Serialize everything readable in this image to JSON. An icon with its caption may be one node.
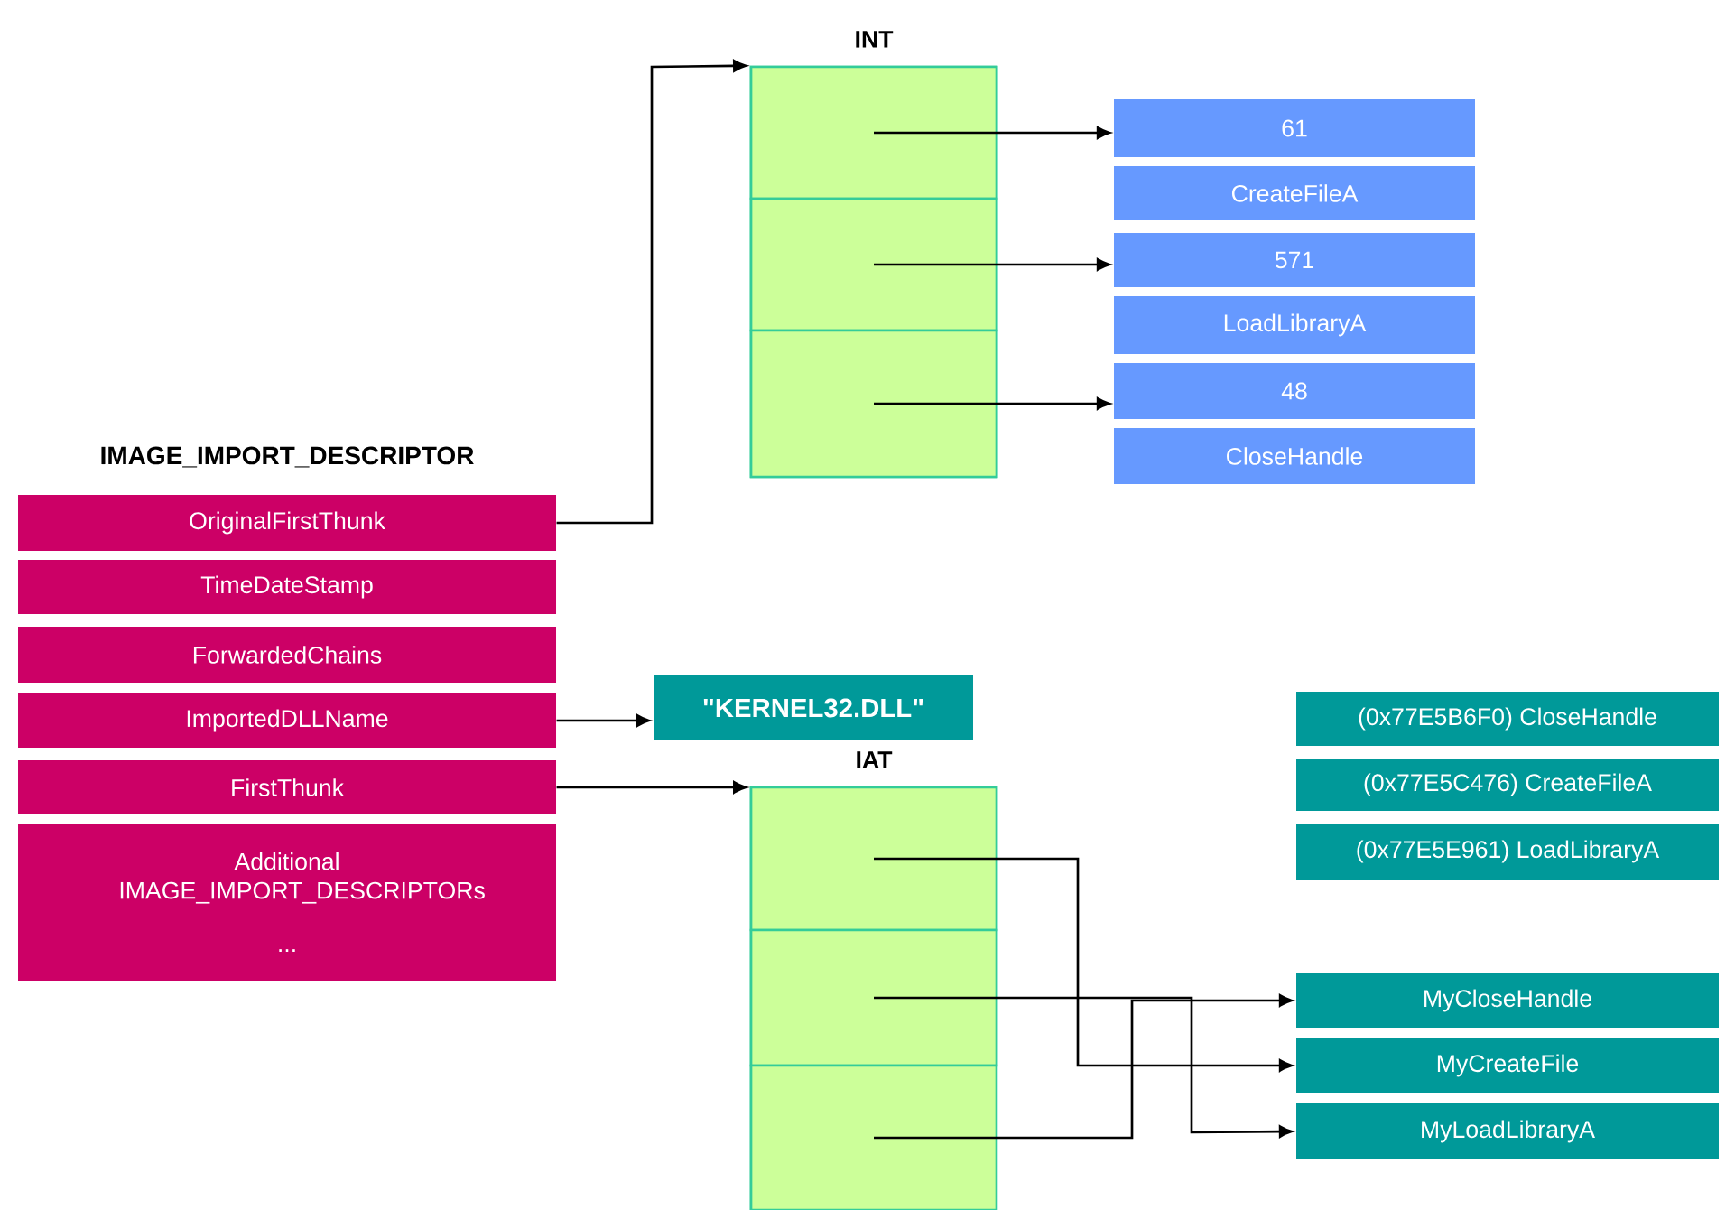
{
  "diagram": {
    "nodes": [
      {
        "text": [
          "INT"
        ]
      },
      {
        "text": [],
        "shape": "box",
        "in": 0
      },
      {
        "text": [],
        "shape": "box",
        "in": 0
      },
      {
        "text": [],
        "shape": "box",
        "in": 0
      },
      {
        "text": [
          "61"
        ]
      },
      {
        "text": [
          "CreateFileA"
        ]
      },
      {
        "text": [
          "571"
        ]
      },
      {
        "text": [
          "LoadLibraryA"
        ]
      },
      {
        "text": [
          "48"
        ]
      },
      {
        "text": [
          "CloseHandle"
        ]
      },
      {
        "text": [
          "OriginalFirstThunk"
        ]
      },
      {
        "text": [
          "TimeDateStamp"
        ]
      },
      {
        "text": [
          "ForwardedChains"
        ]
      },
      {
        "text": [
          "ImportedDLLName"
        ]
      },
      {
        "text": [
          "FirstThunk"
        ]
      },
      {
        "text": [
          "Additional IMAGE_IMPORT_DESCRIPTORs",
          "..."
        ]
      },
      {
        "text": [
          "\"KERNEL32.DLL\""
        ]
      },
      {
        "text": [
          "IAT"
        ]
      },
      {
        "text": [],
        "shape": "box",
        "in": 17
      },
      {
        "text": [],
        "shape": "box",
        "in": 17
      },
      {
        "text": [],
        "shape": "box",
        "in": 17
      },
      {
        "text": [
          "(0x77E5B6F0) CloseHandle"
        ]
      },
      {
        "text": [
          "(0x77E5C476) CreateFileA"
        ]
      },
      {
        "text": [
          "(0x77E5E961) LoadLibraryA"
        ]
      },
      {
        "text": [
          "MyCloseHandle"
        ]
      },
      {
        "text": [
          "MyCreateFile"
        ]
      },
      {
        "text": [
          "MyLoadLibraryA"
        ]
      }
    ],
    "edges": [
      {
        "from": 10,
        "to": 0,
        "arrow": "to"
      },
      {
        "from": 1,
        "to": 4,
        "arrow": "to"
      },
      {
        "from": 2,
        "to": 6,
        "arrow": "to"
      },
      {
        "from": 3,
        "to": 8,
        "arrow": "to"
      },
      {
        "from": 13,
        "to": 16,
        "arrow": "to"
      },
      {
        "from": 14,
        "to": 17,
        "arrow": "to"
      },
      {
        "from": 18,
        "to": 25,
        "arrow": "to"
      },
      {
        "from": 19,
        "to": 26,
        "arrow": "to"
      },
      {
        "from": 20,
        "to": 24,
        "arrow": "to"
      }
    ],
    "labels": [
      "IMAGE_IMPORT_DESCRIPTOR"
    ]
  }
}
